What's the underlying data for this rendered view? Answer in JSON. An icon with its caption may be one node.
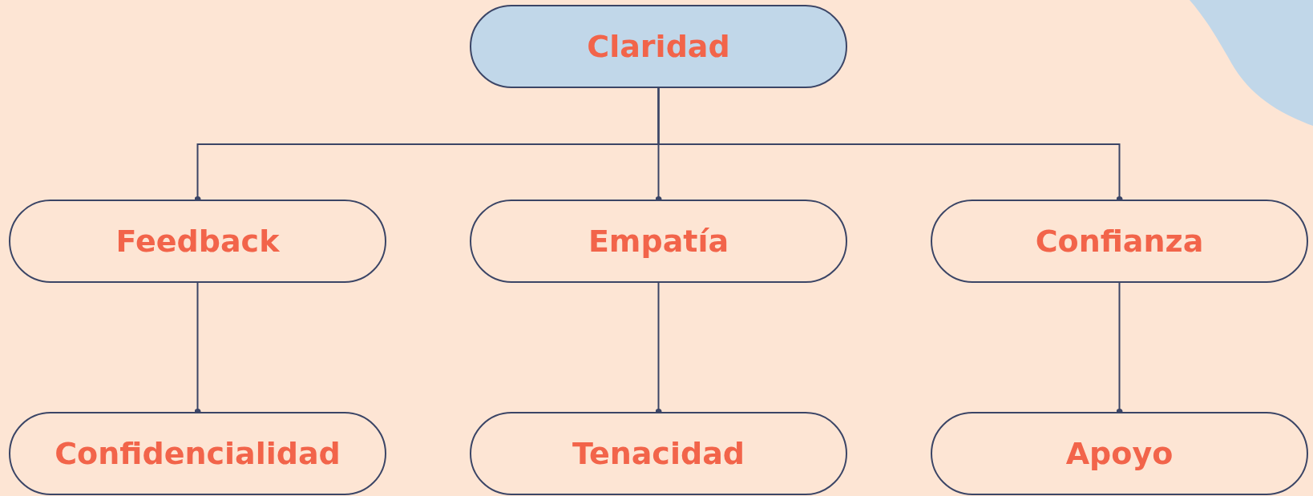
{
  "diagram": {
    "nodes": [
      {
        "text": [
          "Claridad"
        ]
      },
      {
        "text": [
          "Feedback"
        ]
      },
      {
        "text": [
          "Empatía"
        ]
      },
      {
        "text": [
          "Confianza"
        ]
      },
      {
        "text": [
          "Confidencialidad"
        ]
      },
      {
        "text": [
          "Tenacidad"
        ]
      },
      {
        "text": [
          "Apoyo"
        ]
      }
    ],
    "edges": [
      {
        "from": 0,
        "to": 1,
        "arrow": "other"
      },
      {
        "from": 0,
        "to": 2,
        "arrow": "other"
      },
      {
        "from": 0,
        "to": 3,
        "arrow": "other"
      },
      {
        "from": 1,
        "to": 4,
        "arrow": "other"
      },
      {
        "from": 2,
        "to": 5,
        "arrow": "other"
      },
      {
        "from": 3,
        "to": 6,
        "arrow": "other"
      }
    ]
  }
}
